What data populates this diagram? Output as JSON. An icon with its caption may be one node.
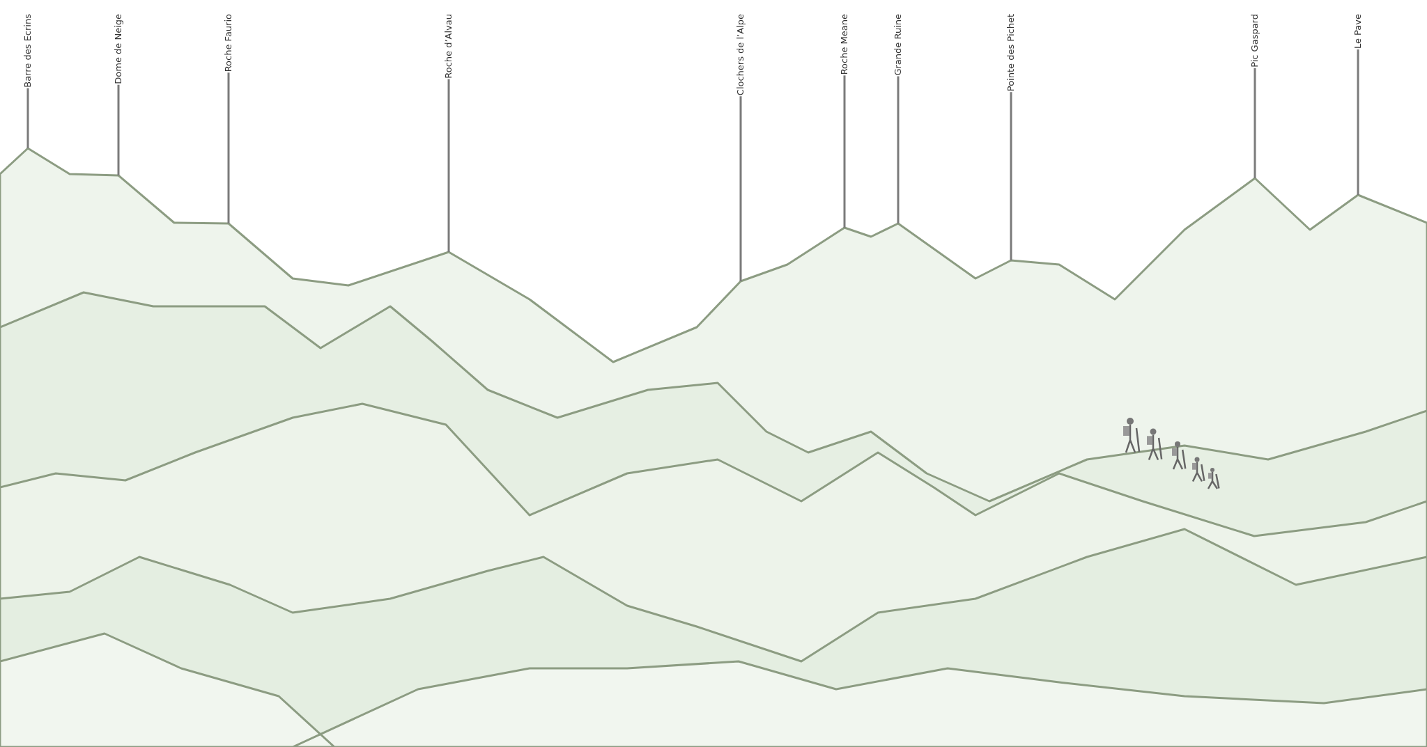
{
  "diagram": {
    "nodes": [
      {
        "text": [
          "Barre des Ecrins"
        ]
      },
      {
        "text": [
          "Dome de Neige"
        ]
      },
      {
        "text": [
          "Roche Faurio"
        ]
      },
      {
        "text": [
          "Roche d’Alvau"
        ]
      },
      {
        "text": [
          "Clochers de l’Alpe"
        ]
      },
      {
        "text": [
          "Roche Meane"
        ]
      },
      {
        "text": [
          "Grande Ruine"
        ]
      },
      {
        "text": [
          "Pointe des Pichet"
        ]
      },
      {
        "text": [
          "Pic Gaspard"
        ]
      },
      {
        "text": [
          "Le Pave"
        ]
      }
    ],
    "edges": [
      {
        "from": 0,
        "to": null,
        "arrow": "none"
      },
      {
        "from": 1,
        "to": null,
        "arrow": "none"
      },
      {
        "from": 2,
        "to": null,
        "arrow": "none"
      },
      {
        "from": 3,
        "to": null,
        "arrow": "none"
      },
      {
        "from": 4,
        "to": null,
        "arrow": "none"
      },
      {
        "from": 5,
        "to": null,
        "arrow": "none"
      },
      {
        "from": 6,
        "to": null,
        "arrow": "none"
      },
      {
        "from": 7,
        "to": null,
        "arrow": "none"
      },
      {
        "from": 8,
        "to": null,
        "arrow": "none"
      },
      {
        "from": 9,
        "to": null,
        "arrow": "none"
      }
    ]
  }
}
